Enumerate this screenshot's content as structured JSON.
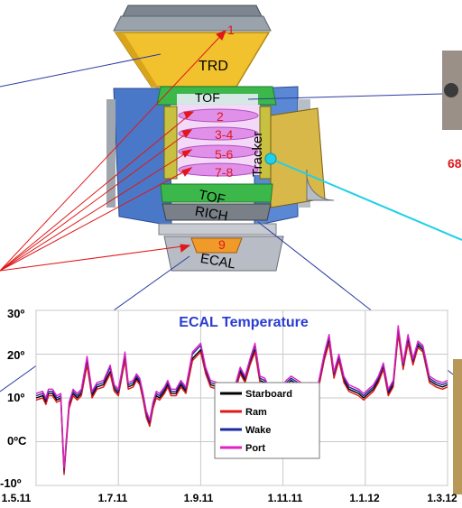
{
  "detector": {
    "labels": {
      "trd": "TRD",
      "tof_upper": "TOF",
      "tracker": "Tracker",
      "tof_lower": "TOF",
      "rich": "RICH",
      "ecal": "ECAL"
    },
    "layers": [
      "1",
      "2",
      "3-4",
      "5-6",
      "7-8",
      "9"
    ],
    "side_text": "68"
  },
  "colors": {
    "trd_top": "#f2c12e",
    "frame_blue": "#4a78c8",
    "tof_green": "#3cb84a",
    "tracker_magenta": "#e090e8",
    "rich_grey": "#9aa0a8",
    "ecal_grey": "#b8bcc4",
    "ecal_orange": "#f09a2a",
    "pointer_red": "#e01818",
    "pointer_blue": "#2a3ca0",
    "pointer_cyan": "#20d0e8"
  },
  "chart_data": {
    "type": "line",
    "title": "ECAL Temperature",
    "x_ticks": [
      "1.5.11",
      "1.7.11",
      "1.9.11",
      "1.11.11",
      "1.1.12",
      "1.3.12"
    ],
    "y_ticks": [
      "-10º",
      "0ºC",
      "10º",
      "20º",
      "30º"
    ],
    "ylim": [
      -10,
      30
    ],
    "grid": true,
    "legend_position": "bottom-right",
    "series": [
      {
        "name": "Starboard",
        "color": "#000000",
        "x": [
          0,
          0.08,
          0.12,
          0.15,
          0.2,
          0.25,
          0.3,
          0.34,
          0.4,
          0.45,
          0.5,
          0.55,
          0.62,
          0.68,
          0.74,
          0.82,
          0.9,
          0.95,
          1.0,
          1.04,
          1.08,
          1.12,
          1.18,
          1.22,
          1.26,
          1.3,
          1.34,
          1.38,
          1.42,
          1.46,
          1.5,
          1.56,
          1.6,
          1.64,
          1.7,
          1.76,
          1.82,
          1.9,
          2.0,
          2.06,
          2.12,
          2.2,
          2.28,
          2.36,
          2.42,
          2.48,
          2.54,
          2.6,
          2.66,
          2.72,
          2.78,
          2.84,
          2.9,
          2.96,
          3.04,
          3.1,
          3.18,
          3.26,
          3.34,
          3.42,
          3.5,
          3.56,
          3.62,
          3.68,
          3.74,
          3.8,
          3.86,
          3.92,
          3.98,
          4.04,
          4.1,
          4.16,
          4.22,
          4.28,
          4.34,
          4.4,
          4.46,
          4.52,
          4.58,
          4.64,
          4.7,
          4.78,
          4.86,
          4.94,
          5.0
        ],
        "values": [
          10,
          10.5,
          9,
          11,
          11,
          9.5,
          10,
          -7,
          8,
          11,
          10,
          11,
          18,
          10.5,
          12.5,
          13,
          16,
          12,
          11,
          15,
          19,
          12.5,
          13,
          14.5,
          13.5,
          10,
          6,
          4,
          8,
          10.5,
          10,
          11.5,
          13,
          11,
          11,
          13,
          11.5,
          19,
          21,
          16,
          13,
          12.5,
          12,
          11,
          12,
          16,
          14,
          18,
          21,
          14,
          13.5,
          11,
          12,
          11,
          13,
          14,
          13,
          12,
          12.5,
          11.5,
          19,
          23,
          15,
          19,
          14,
          12,
          11.5,
          11,
          10,
          11,
          12,
          14,
          17,
          11,
          13,
          25,
          17,
          23,
          18,
          22,
          21,
          14,
          13,
          12.5,
          13
        ]
      },
      {
        "name": "Ram",
        "color": "#e01818",
        "x": [
          0,
          0.08,
          0.12,
          0.15,
          0.2,
          0.25,
          0.3,
          0.34,
          0.4,
          0.45,
          0.5,
          0.55,
          0.62,
          0.68,
          0.74,
          0.82,
          0.9,
          0.95,
          1.0,
          1.04,
          1.08,
          1.12,
          1.18,
          1.22,
          1.26,
          1.3,
          1.34,
          1.38,
          1.42,
          1.46,
          1.5,
          1.56,
          1.6,
          1.64,
          1.7,
          1.76,
          1.82,
          1.9,
          2.0,
          2.06,
          2.12,
          2.2,
          2.28,
          2.36,
          2.42,
          2.48,
          2.54,
          2.6,
          2.66,
          2.72,
          2.78,
          2.84,
          2.9,
          2.96,
          3.04,
          3.1,
          3.18,
          3.26,
          3.34,
          3.42,
          3.5,
          3.56,
          3.62,
          3.68,
          3.74,
          3.8,
          3.86,
          3.92,
          3.98,
          4.04,
          4.1,
          4.16,
          4.22,
          4.28,
          4.34,
          4.4,
          4.46,
          4.52,
          4.58,
          4.64,
          4.7,
          4.78,
          4.86,
          4.94,
          5.0
        ],
        "values": [
          9.5,
          10,
          8.5,
          10.5,
          10.5,
          9,
          9.5,
          -7.5,
          7.5,
          10.5,
          9.5,
          10.5,
          17.5,
          10,
          12,
          12.5,
          15.5,
          11.5,
          10.5,
          14.5,
          18.5,
          12,
          12.5,
          14,
          13,
          9.5,
          5.5,
          3.5,
          7.5,
          10,
          9.5,
          11,
          12.5,
          10.5,
          10.5,
          12.5,
          11,
          18.5,
          20.5,
          15.5,
          12.5,
          12,
          11.5,
          10.5,
          11.5,
          15.5,
          13.5,
          17.5,
          20.5,
          13.5,
          13,
          10.5,
          11.5,
          10.5,
          12.5,
          13.5,
          12.5,
          11.5,
          12,
          11,
          18.5,
          22.5,
          14.5,
          18.5,
          13.5,
          11.5,
          11,
          10.5,
          9.5,
          10.5,
          11.5,
          13.5,
          16.5,
          10.5,
          12.5,
          24.5,
          16.5,
          22.5,
          17.5,
          21.5,
          20.5,
          13.5,
          12.5,
          12,
          12.5
        ]
      },
      {
        "name": "Wake",
        "color": "#1a2aa0",
        "x": [
          0,
          0.08,
          0.12,
          0.15,
          0.2,
          0.25,
          0.3,
          0.34,
          0.4,
          0.45,
          0.5,
          0.55,
          0.62,
          0.68,
          0.74,
          0.82,
          0.9,
          0.95,
          1.0,
          1.04,
          1.08,
          1.12,
          1.18,
          1.22,
          1.26,
          1.3,
          1.34,
          1.38,
          1.42,
          1.46,
          1.5,
          1.56,
          1.6,
          1.64,
          1.7,
          1.76,
          1.82,
          1.9,
          2.0,
          2.06,
          2.12,
          2.2,
          2.28,
          2.36,
          2.42,
          2.48,
          2.54,
          2.6,
          2.66,
          2.72,
          2.78,
          2.84,
          2.9,
          2.96,
          3.04,
          3.1,
          3.18,
          3.26,
          3.34,
          3.42,
          3.5,
          3.56,
          3.62,
          3.68,
          3.74,
          3.8,
          3.86,
          3.92,
          3.98,
          4.04,
          4.1,
          4.16,
          4.22,
          4.28,
          4.34,
          4.4,
          4.46,
          4.52,
          4.58,
          4.64,
          4.7,
          4.78,
          4.86,
          4.94,
          5.0
        ],
        "values": [
          10.5,
          11,
          9.5,
          11.5,
          11.5,
          10,
          10.5,
          -6.5,
          8.5,
          11.5,
          10.5,
          11.5,
          19,
          11,
          13,
          13.5,
          17,
          12.5,
          11.5,
          15.5,
          20,
          13,
          13.5,
          15,
          14,
          10.5,
          6.5,
          4.5,
          8.5,
          11,
          10.5,
          12,
          13.5,
          11.5,
          11.5,
          13.5,
          12,
          20,
          22,
          16.5,
          13.5,
          13,
          12.5,
          11.5,
          12.5,
          16.5,
          14.5,
          18.5,
          22,
          14.5,
          14,
          11.5,
          12.5,
          11.5,
          13.5,
          14.5,
          13.5,
          12.5,
          13,
          12,
          19.5,
          24,
          15.5,
          19.5,
          14.5,
          12.5,
          12,
          11.5,
          10.5,
          11.5,
          12.5,
          14.5,
          17.5,
          11.5,
          13.5,
          26,
          17.5,
          24,
          18.5,
          22.5,
          21.5,
          14.5,
          13.5,
          13,
          13.5
        ]
      },
      {
        "name": "Port",
        "color": "#e020c0",
        "x": [
          0,
          0.08,
          0.12,
          0.15,
          0.2,
          0.25,
          0.3,
          0.34,
          0.4,
          0.45,
          0.5,
          0.55,
          0.62,
          0.68,
          0.74,
          0.82,
          0.9,
          0.95,
          1.0,
          1.04,
          1.08,
          1.12,
          1.18,
          1.22,
          1.26,
          1.3,
          1.34,
          1.38,
          1.42,
          1.46,
          1.5,
          1.56,
          1.6,
          1.64,
          1.7,
          1.76,
          1.82,
          1.9,
          2.0,
          2.06,
          2.12,
          2.2,
          2.28,
          2.36,
          2.42,
          2.48,
          2.54,
          2.6,
          2.66,
          2.72,
          2.78,
          2.84,
          2.9,
          2.96,
          3.04,
          3.1,
          3.18,
          3.26,
          3.34,
          3.42,
          3.5,
          3.56,
          3.62,
          3.68,
          3.74,
          3.8,
          3.86,
          3.92,
          3.98,
          4.04,
          4.1,
          4.16,
          4.22,
          4.28,
          4.34,
          4.4,
          4.46,
          4.52,
          4.58,
          4.64,
          4.7,
          4.78,
          4.86,
          4.94,
          5.0
        ],
        "values": [
          11,
          11.5,
          10,
          12,
          12,
          10.5,
          11,
          -6,
          9,
          12,
          11,
          12,
          19.5,
          11.5,
          13.5,
          14,
          17.5,
          13,
          12,
          16,
          20.5,
          13.5,
          14,
          15.5,
          14.5,
          11,
          7,
          5,
          9,
          11.5,
          11,
          12.5,
          14,
          12,
          12,
          14,
          12.5,
          20.5,
          22.5,
          17,
          14,
          13.5,
          13,
          12,
          13,
          17,
          15,
          19,
          22.5,
          15,
          14.5,
          12,
          13,
          12,
          14,
          15,
          14,
          13,
          13.5,
          12.5,
          20,
          24.5,
          16,
          20,
          15,
          13,
          12.5,
          12,
          11,
          12,
          13,
          15,
          18,
          12,
          14,
          26.5,
          18,
          24.5,
          19,
          23,
          22,
          15,
          14,
          13.5,
          14
        ]
      }
    ]
  }
}
